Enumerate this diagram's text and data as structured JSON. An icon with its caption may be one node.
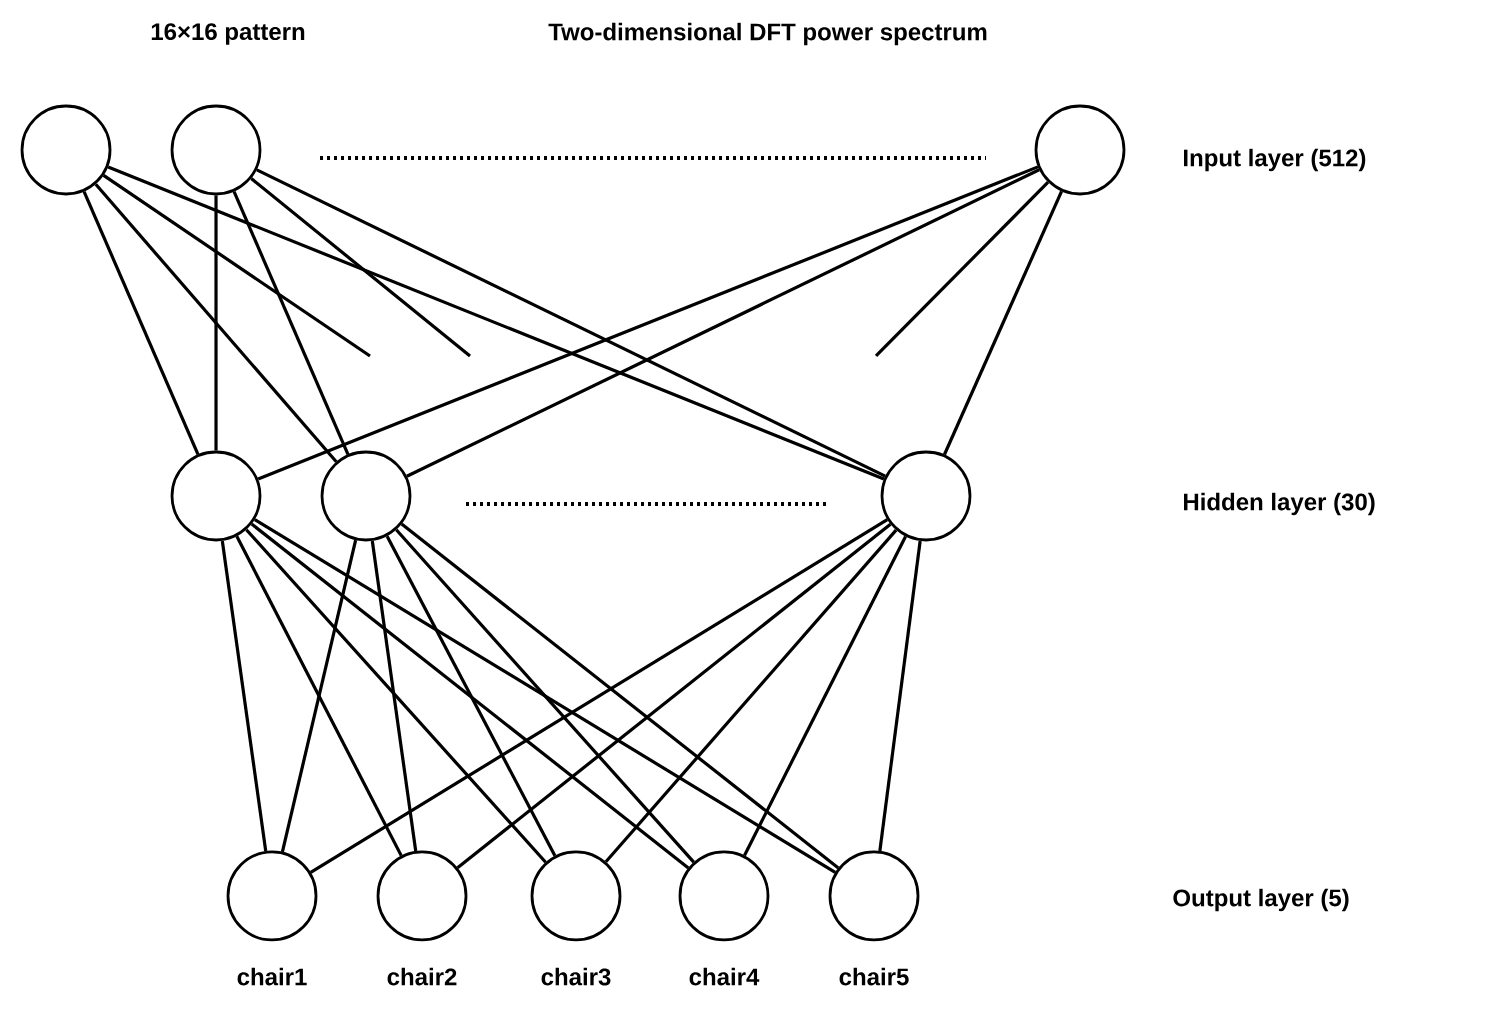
{
  "diagram": {
    "nodes": [
      {
        "text": [],
        "shape": "circle"
      },
      {
        "text": [],
        "shape": "circle"
      },
      {
        "text": [],
        "shape": "circle"
      },
      {
        "text": [],
        "shape": "circle"
      },
      {
        "text": [],
        "shape": "circle"
      },
      {
        "text": [],
        "shape": "circle"
      },
      {
        "text": [],
        "shape": "circle",
        "beside": [
          "chair1"
        ]
      },
      {
        "text": [],
        "shape": "circle",
        "beside": [
          "chair2"
        ]
      },
      {
        "text": [],
        "shape": "circle",
        "beside": [
          "chair3"
        ]
      },
      {
        "text": [],
        "shape": "circle",
        "beside": [
          "chair4"
        ]
      },
      {
        "text": [],
        "shape": "circle",
        "beside": [
          "chair5"
        ]
      }
    ],
    "edges": [
      {
        "from": 0,
        "to": 3,
        "arrow": "none"
      },
      {
        "from": 0,
        "to": 4,
        "arrow": "none"
      },
      {
        "from": 0,
        "to": 5,
        "arrow": "none"
      },
      {
        "from": 0,
        "to": null,
        "arrow": "none"
      },
      {
        "from": 1,
        "to": 3,
        "arrow": "none"
      },
      {
        "from": 1,
        "to": 4,
        "arrow": "none"
      },
      {
        "from": 1,
        "to": 5,
        "arrow": "none"
      },
      {
        "from": 1,
        "to": null,
        "arrow": "none"
      },
      {
        "from": 2,
        "to": 3,
        "arrow": "none"
      },
      {
        "from": 2,
        "to": 4,
        "arrow": "none"
      },
      {
        "from": 2,
        "to": 5,
        "arrow": "none"
      },
      {
        "from": 2,
        "to": null,
        "arrow": "none"
      },
      {
        "from": 3,
        "to": 6,
        "arrow": "none"
      },
      {
        "from": 3,
        "to": 7,
        "arrow": "none"
      },
      {
        "from": 3,
        "to": 8,
        "arrow": "none"
      },
      {
        "from": 3,
        "to": 9,
        "arrow": "none"
      },
      {
        "from": 3,
        "to": 10,
        "arrow": "none"
      },
      {
        "from": 4,
        "to": 6,
        "arrow": "none"
      },
      {
        "from": 4,
        "to": 7,
        "arrow": "none"
      },
      {
        "from": 4,
        "to": 8,
        "arrow": "none"
      },
      {
        "from": 4,
        "to": 9,
        "arrow": "none"
      },
      {
        "from": 4,
        "to": 10,
        "arrow": "none"
      },
      {
        "from": 5,
        "to": 6,
        "arrow": "none"
      },
      {
        "from": 5,
        "to": 7,
        "arrow": "none"
      },
      {
        "from": 5,
        "to": 8,
        "arrow": "none"
      },
      {
        "from": 5,
        "to": 9,
        "arrow": "none"
      },
      {
        "from": 5,
        "to": 10,
        "arrow": "none"
      }
    ],
    "labels": [
      "16×16 pattern",
      "Two-dimensional DFT power spectrum",
      "Input layer (512)",
      "Hidden layer (30)",
      "Output layer (5)"
    ]
  }
}
